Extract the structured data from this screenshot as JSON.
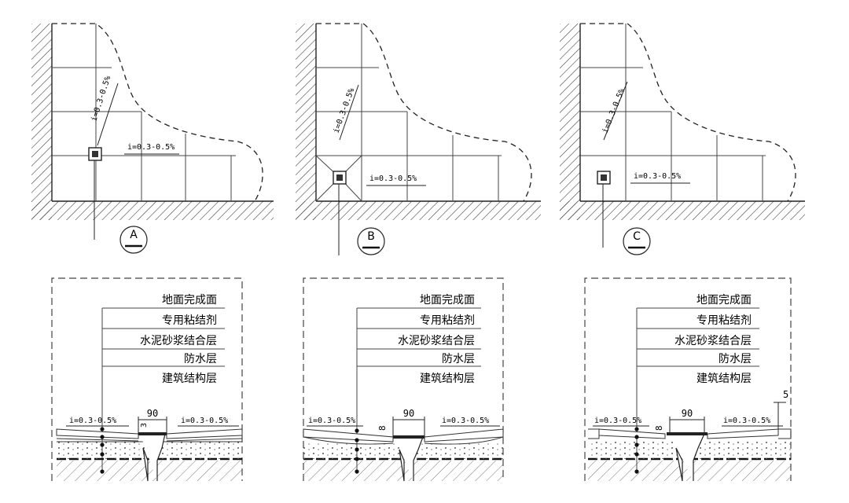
{
  "plans": [
    {
      "key": "A",
      "label": "A",
      "slope_diag": "i=0.3-0.5%",
      "slope_horiz": "i=0.3-0.5%"
    },
    {
      "key": "B",
      "label": "B",
      "slope_diag": "i=0.3-0.5%",
      "slope_horiz": "i=0.3-0.5%"
    },
    {
      "key": "C",
      "label": "C",
      "slope_diag": "i=0.3-0.5%",
      "slope_horiz": "i=0.3-0.5%"
    }
  ],
  "sections": [
    {
      "key": "A",
      "layers": [
        "地面完成面",
        "专用粘结剂",
        "水泥砂浆结合层",
        "防水层",
        "建筑结构层"
      ],
      "slope_left": "i=0.3-0.5%",
      "slope_right": "i=0.3-0.5%",
      "dim_width": "90",
      "dim_depth": "3"
    },
    {
      "key": "B",
      "layers": [
        "地面完成面",
        "专用粘结剂",
        "水泥砂浆结合层",
        "防水层",
        "建筑结构层"
      ],
      "slope_left": "i=0.3-0.5%",
      "slope_right": "i=0.3-0.5%",
      "dim_width": "90",
      "dim_depth": "8"
    },
    {
      "key": "C",
      "layers": [
        "地面完成面",
        "专用粘结剂",
        "水泥砂浆结合层",
        "防水层",
        "建筑结构层"
      ],
      "slope_left": "i=0.3-0.5%",
      "slope_right": "i=0.3-0.5%",
      "dim_width": "90",
      "dim_depth": "8",
      "dim_step": "5"
    }
  ]
}
